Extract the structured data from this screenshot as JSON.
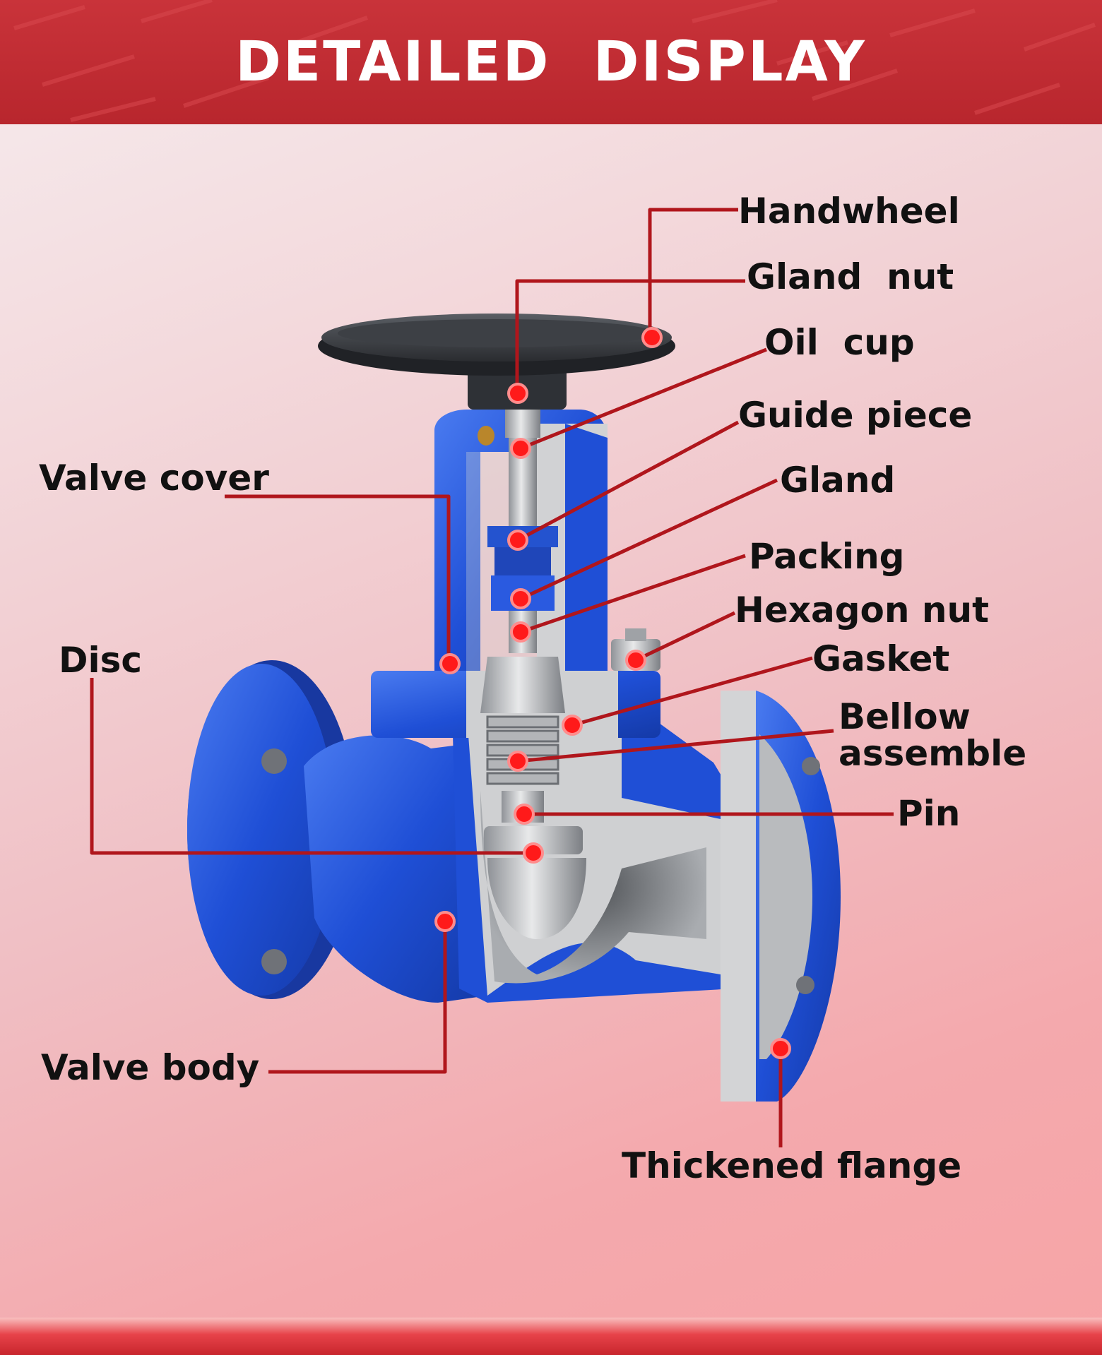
{
  "header": {
    "title": "DETAILED  DISPLAY"
  },
  "colors": {
    "banner": "#be2a31",
    "leader_line": "#b0161c",
    "marker": "#ff1a1a",
    "valve_blue": "#1f4fd6",
    "section_gray": "#c9c9c9",
    "handwheel": "#3a3d42"
  },
  "labels": {
    "handwheel": "Handwheel",
    "gland_nut": "Gland  nut",
    "oil_cup": "Oil  cup",
    "guide_piece": "Guide piece",
    "gland": "Gland",
    "packing": "Packing",
    "hexagon_nut": "Hexagon nut",
    "gasket": "Gasket",
    "bellow_line1": "Bellow",
    "bellow_line2": "assemble",
    "pin": "Pin",
    "valve_cover": "Valve cover",
    "disc": "Disc",
    "valve_body": "Valve body",
    "thickened_flange": "Thickened flange"
  }
}
